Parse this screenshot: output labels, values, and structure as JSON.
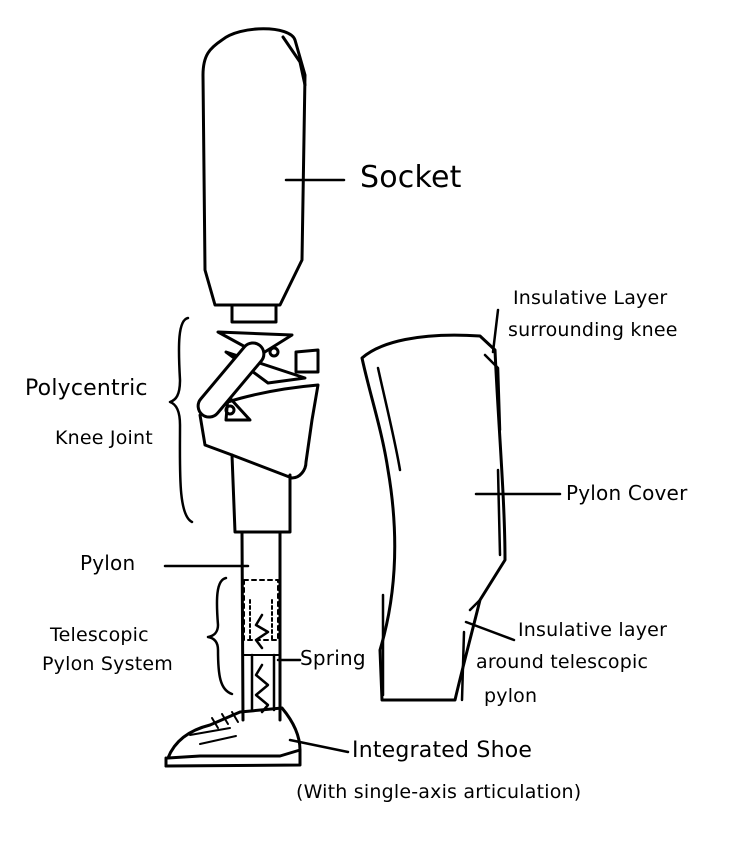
{
  "diagram": {
    "labels": {
      "socket": "Socket",
      "knee_joint_line1": "Polycentric",
      "knee_joint_line2": "Knee Joint",
      "pylon": "Pylon",
      "telescopic_line1": "Telescopic",
      "telescopic_line2": "Pylon System",
      "spring": "Spring",
      "shoe_line1": "Integrated Shoe",
      "shoe_line2": "(With single-axis articulation)",
      "insulative_knee_line1": "Insulative Layer",
      "insulative_knee_line2": "surrounding knee",
      "pylon_cover": "Pylon Cover",
      "insulative_telescopic_line1": "Insulative layer",
      "insulative_telescopic_line2": "around telescopic",
      "insulative_telescopic_line3": "pylon"
    }
  }
}
